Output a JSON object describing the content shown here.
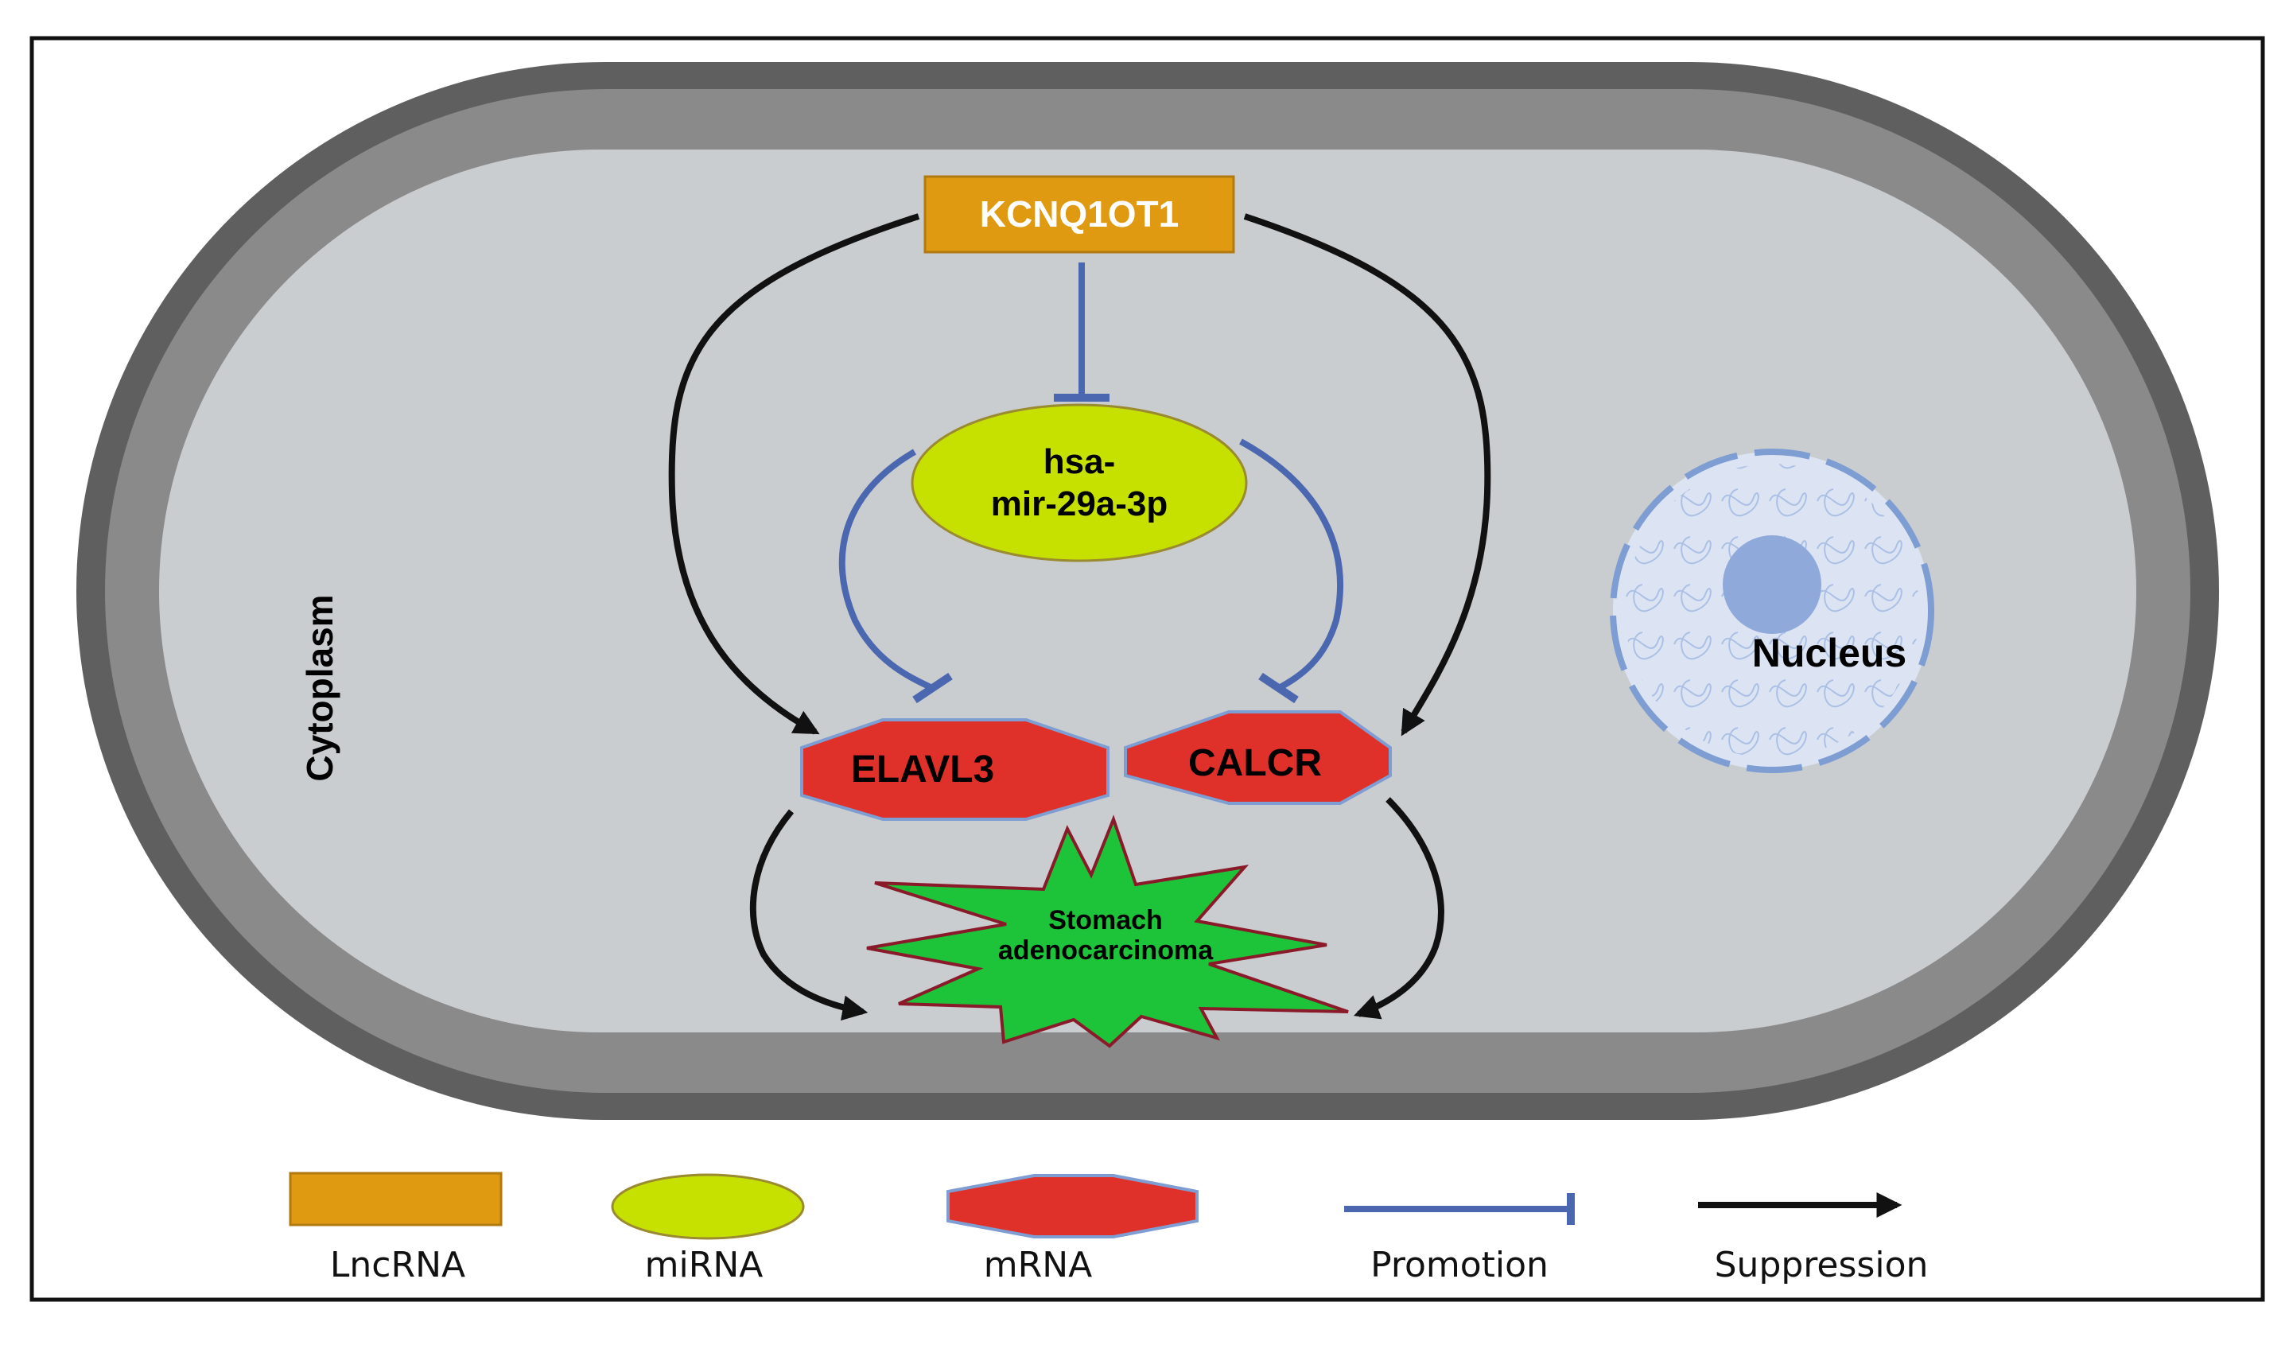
{
  "nodes": {
    "lncrna": "KCNQ1OT1",
    "mirna_line1": "hsa-",
    "mirna_line2": "mir-29a-3p",
    "mrna_left": "ELAVL3",
    "mrna_right": "CALCR",
    "disease_line1": "Stomach",
    "disease_line2": "adenocarcinoma"
  },
  "regions": {
    "cytoplasm": "Cytoplasm",
    "nucleus": "Nucleus"
  },
  "legend": {
    "lncrna": "LncRNA",
    "mirna": "miRNA",
    "mrna": "mRNA",
    "promotion": "Promotion",
    "suppression": "Suppression"
  },
  "colors": {
    "lncrna": "#E09A12",
    "mirna": "#C6E000",
    "mrna": "#E0302A",
    "disease": "#1DC43A",
    "inhibit_edge": "#4A67B0",
    "arrow_edge": "#111111",
    "cell_membrane": "#6E6E6E",
    "cytoplasm": "#CACDD0",
    "nucleus": "#8FA9DA"
  },
  "edges": [
    {
      "from": "KCNQ1OT1",
      "to": "hsa-mir-29a-3p",
      "type": "inhibit"
    },
    {
      "from": "hsa-mir-29a-3p",
      "to": "ELAVL3",
      "type": "inhibit"
    },
    {
      "from": "hsa-mir-29a-3p",
      "to": "CALCR",
      "type": "inhibit"
    },
    {
      "from": "KCNQ1OT1",
      "to": "ELAVL3",
      "type": "arrow"
    },
    {
      "from": "KCNQ1OT1",
      "to": "CALCR",
      "type": "arrow"
    },
    {
      "from": "ELAVL3",
      "to": "Stomach adenocarcinoma",
      "type": "arrow"
    },
    {
      "from": "CALCR",
      "to": "Stomach adenocarcinoma",
      "type": "arrow"
    }
  ]
}
